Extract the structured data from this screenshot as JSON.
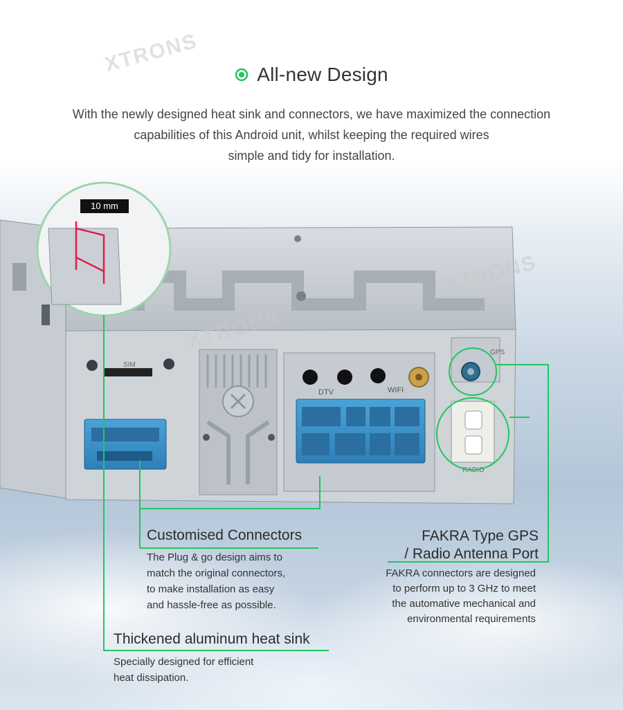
{
  "header": {
    "title": "All-new Design",
    "description_lines": [
      "With the newly designed heat sink and connectors, we have maximized the connection",
      "capabilities of this Android unit, whilst keeping the required wires",
      "simple and tidy for installation."
    ]
  },
  "colors": {
    "accent": "#22c55e",
    "text": "#333333"
  },
  "device": {
    "brand_watermark": "XTRONS",
    "zoom_badge": "10 mm",
    "port_labels": {
      "sim": "SIM",
      "dtv": "DTV",
      "wifi": "WIFI",
      "gps": "GPS",
      "radio": "RADIO"
    }
  },
  "features": {
    "connectors": {
      "title": "Customised Connectors",
      "lines": [
        "The Plug & go design aims to",
        "match the original connectors,",
        "to make installation as easy",
        "and hassle-free as possible."
      ]
    },
    "antenna": {
      "title_lines": [
        "FAKRA Type GPS",
        "/ Radio Antenna Port"
      ],
      "lines": [
        "FAKRA connectors are designed",
        "to perform up to 3 GHz to meet",
        "the automative mechanical and",
        "environmental requirements"
      ]
    },
    "heatsink": {
      "title": "Thickened aluminum heat sink",
      "lines": [
        "Specially designed for efficient",
        "heat dissipation."
      ]
    }
  }
}
